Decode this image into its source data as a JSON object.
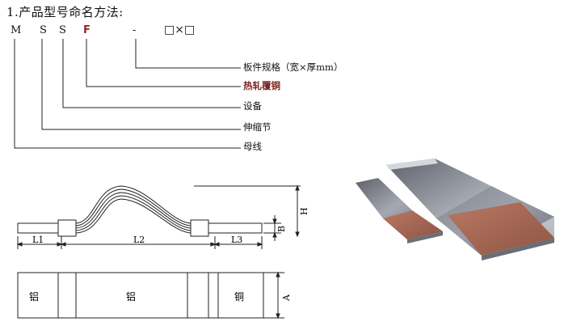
{
  "heading": "1.产品型号命名方法:",
  "model_code": {
    "letters": [
      "M",
      "S",
      "S",
      "F"
    ],
    "separator": "-",
    "size_placeholder": "□×□"
  },
  "legend": {
    "items": [
      "板件规格（宽×厚mm）",
      "热轧覆铜",
      "设备",
      "伸缩节",
      "母线"
    ]
  },
  "side_drawing": {
    "dims": {
      "l1": "L1",
      "l2": "L2",
      "l3": "L3",
      "b": "B",
      "h": "H"
    }
  },
  "top_drawing": {
    "labels": {
      "left": "铝",
      "middle": "铝",
      "right": "铜",
      "a": "A"
    }
  },
  "colors": {
    "copper": "#a86a55",
    "aluminum": "#8c9099",
    "highlight": "#8a2a24"
  }
}
